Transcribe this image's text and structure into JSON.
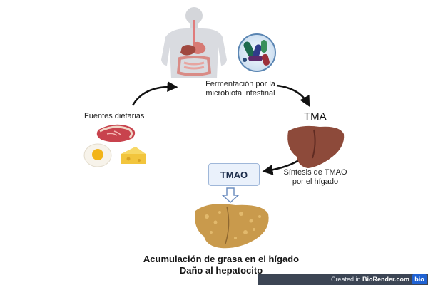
{
  "labels": {
    "fermentation_line1": "Fermentación por la",
    "fermentation_line2": "microbiota intestinal",
    "dietary_sources": "Fuentes dietarias",
    "tma": "TMA",
    "synthesis_line1": "Síntesis de TMAO",
    "synthesis_line2": "por el hígado",
    "tmao": "TMAO",
    "outcome_line1": "Acumulación de grasa en el hígado",
    "outcome_line2": "Daño al hepatocito"
  },
  "watermark": {
    "created_in": "Created in",
    "brand": "BioRender.com",
    "logo": "bio"
  },
  "icons": {
    "human": "human-digestive-system-icon",
    "bacteria": "gut-bacteria-icon",
    "meat": "meat-steak-icon",
    "egg": "fried-egg-icon",
    "cheese": "cheese-icon",
    "liver_healthy": "healthy-liver-icon",
    "liver_fatty": "fatty-liver-icon"
  },
  "colors": {
    "liver_healthy": "#8d4a3a",
    "liver_fatty": "#c99a4c",
    "tmao_box_fill": "#eaf1fb",
    "tmao_box_stroke": "#9fb7d9",
    "arrow": "#111111"
  }
}
